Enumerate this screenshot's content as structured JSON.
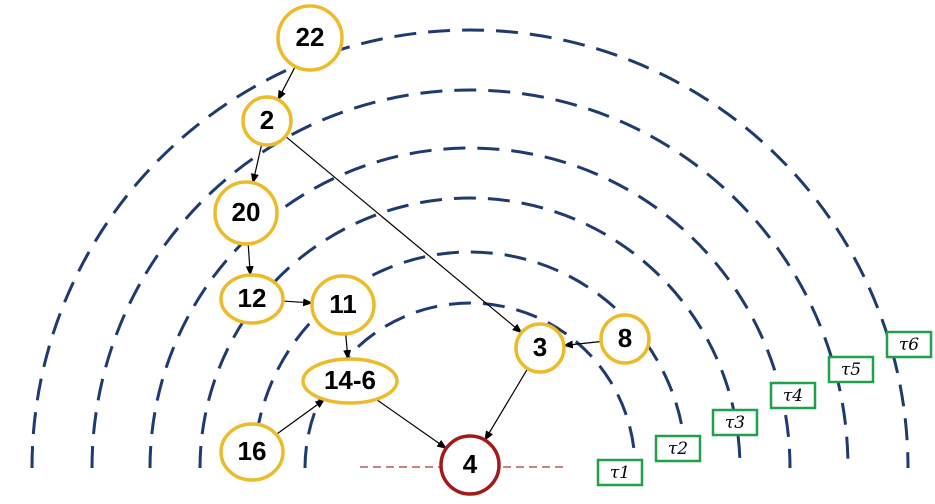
{
  "colors": {
    "node_stroke": "#EBBB2A",
    "target_stroke": "#A31A1A",
    "arc_stroke": "#1F3A6E",
    "tau_stroke": "#1FA049",
    "baseline_stroke": "#A83A3A",
    "edge_stroke": "#000000"
  },
  "nodes": [
    {
      "id": "n22",
      "label": "22",
      "target": false
    },
    {
      "id": "n2",
      "label": "2",
      "target": false
    },
    {
      "id": "n20",
      "label": "20",
      "target": false
    },
    {
      "id": "n12",
      "label": "12",
      "target": false
    },
    {
      "id": "n11",
      "label": "11",
      "target": false
    },
    {
      "id": "n14-6",
      "label": "14-6",
      "target": false
    },
    {
      "id": "n16",
      "label": "16",
      "target": false
    },
    {
      "id": "n3",
      "label": "3",
      "target": false
    },
    {
      "id": "n8",
      "label": "8",
      "target": false
    },
    {
      "id": "n4",
      "label": "4",
      "target": true
    }
  ],
  "edges": [
    {
      "from": "n22",
      "to": "n2"
    },
    {
      "from": "n2",
      "to": "n20"
    },
    {
      "from": "n2",
      "to": "n3"
    },
    {
      "from": "n20",
      "to": "n12"
    },
    {
      "from": "n12",
      "to": "n11"
    },
    {
      "from": "n11",
      "to": "n14-6"
    },
    {
      "from": "n16",
      "to": "n14-6"
    },
    {
      "from": "n14-6",
      "to": "n4"
    },
    {
      "from": "n8",
      "to": "n3"
    },
    {
      "from": "n3",
      "to": "n4"
    }
  ],
  "levels": [
    {
      "id": "tau1",
      "label": "τ1"
    },
    {
      "id": "tau2",
      "label": "τ2"
    },
    {
      "id": "tau3",
      "label": "τ3"
    },
    {
      "id": "tau4",
      "label": "τ4"
    },
    {
      "id": "tau5",
      "label": "τ5"
    },
    {
      "id": "tau6",
      "label": "τ6"
    }
  ]
}
